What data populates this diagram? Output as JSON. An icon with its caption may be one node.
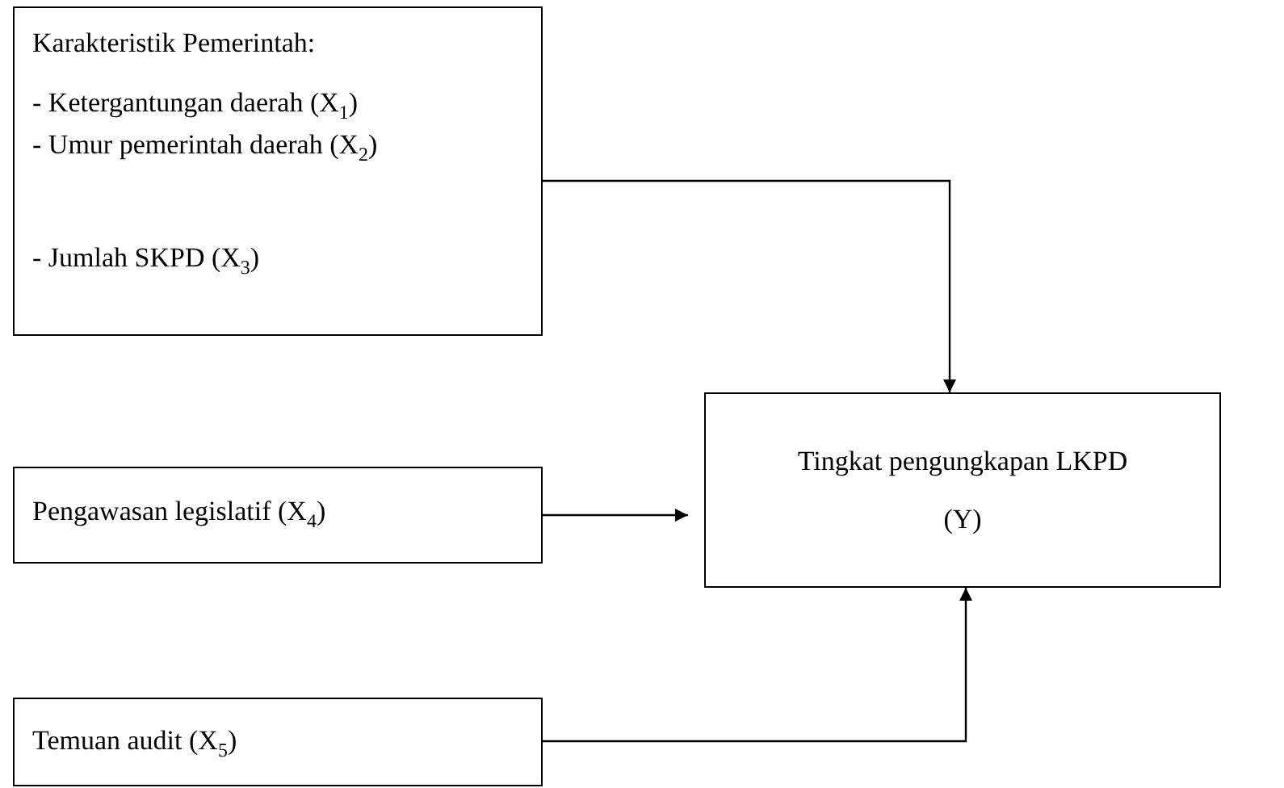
{
  "diagram": {
    "nodes": [
      {
        "text": [
          "Karakteristik Pemerintah:",
          "- Ketergantungan daerah (X$_{1}$)",
          "- Umur pemerintah daerah (X$_{2}$)",
          "- Jumlah SKPD (X$_{3}$)"
        ]
      },
      {
        "text": [
          "Pengawasan legislatif (X$_{4}$)"
        ]
      },
      {
        "text": [
          "Tingkat pengungkapan LKPD",
          "(Y)"
        ]
      },
      {
        "text": [
          "Temuan audit (X$_{5}$)"
        ]
      }
    ],
    "edges": [
      {
        "from": 0,
        "to": 2,
        "arrow": "to"
      },
      {
        "from": 1,
        "to": 2,
        "arrow": "to"
      },
      {
        "from": 3,
        "to": 2,
        "arrow": "to"
      }
    ]
  }
}
